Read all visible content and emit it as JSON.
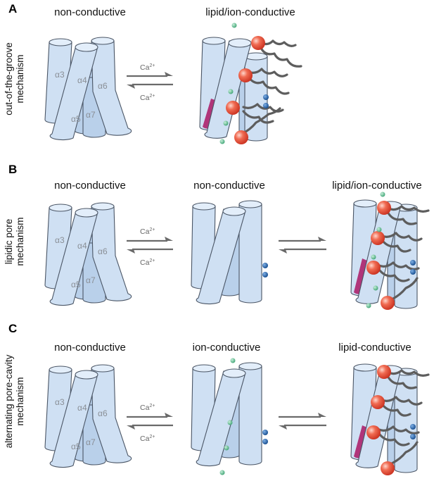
{
  "panels": [
    {
      "letter": "A",
      "mechanism": "out-of-the-groove mechanism",
      "states": [
        "non-conductive",
        "lipid/ion-conductive"
      ],
      "calcium": [
        "Ca2+",
        "Ca2+"
      ]
    },
    {
      "letter": "B",
      "mechanism": "lipidic pore mechanism",
      "states": [
        "non-conductive",
        "non-conductive",
        "lipid/ion-conductive"
      ],
      "calcium": [
        "Ca2+",
        "Ca2+"
      ]
    },
    {
      "letter": "C",
      "mechanism": "alternating pore-cavity mechanism",
      "states": [
        "non-conductive",
        "ion-conductive",
        "lipid-conductive"
      ],
      "calcium": [
        "Ca2+",
        "Ca2+"
      ]
    }
  ],
  "helices": [
    "α3",
    "α4",
    "α5",
    "α6",
    "α7"
  ],
  "colors": {
    "helix": "#cfe0f3",
    "lipid_head": "#e8533f",
    "lipid_tail": "#5d5d5d",
    "ion_green": "#5cb98a",
    "ion_blue": "#1f5ea8",
    "pathway": "#b0357a"
  }
}
